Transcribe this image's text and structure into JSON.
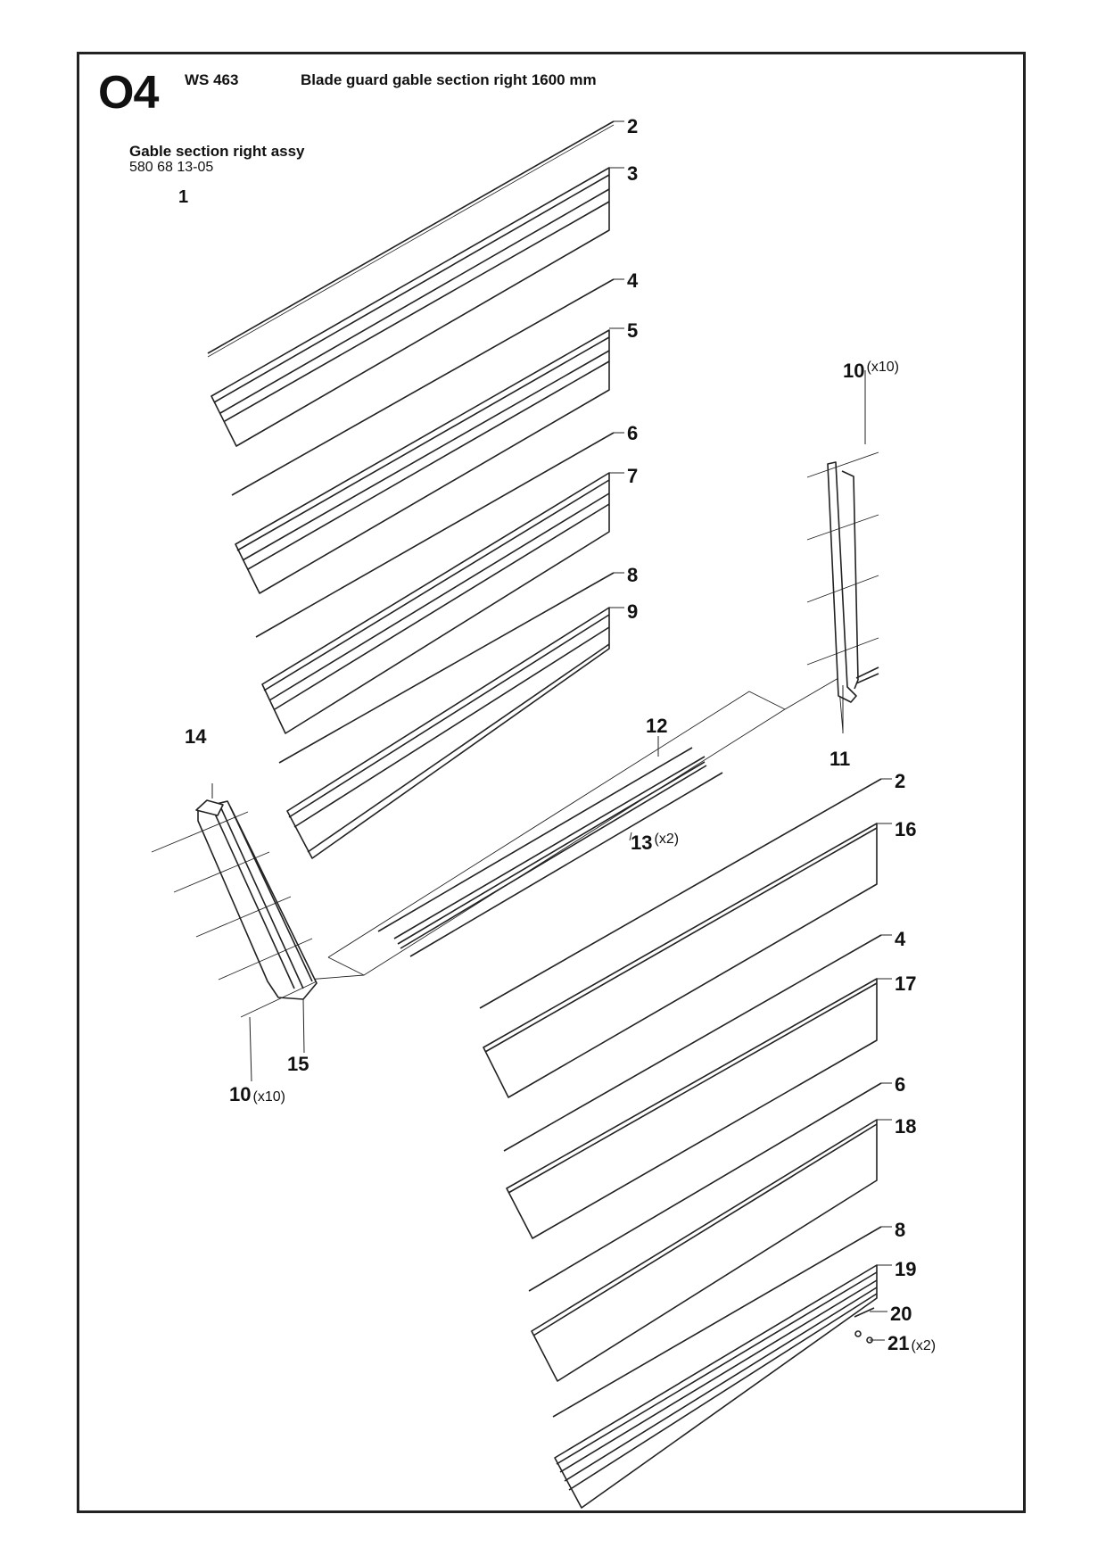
{
  "header": {
    "section_code": "O4",
    "model": "WS 463",
    "title": "Blade guard gable section right 1600 mm"
  },
  "assembly": {
    "name": "Gable section right assy",
    "part_number": "580 68 13-05",
    "ref": "1"
  },
  "callouts": [
    {
      "ref": "2",
      "qty": ""
    },
    {
      "ref": "3",
      "qty": ""
    },
    {
      "ref": "4",
      "qty": ""
    },
    {
      "ref": "5",
      "qty": ""
    },
    {
      "ref": "10",
      "qty": "(x10)"
    },
    {
      "ref": "6",
      "qty": ""
    },
    {
      "ref": "7",
      "qty": ""
    },
    {
      "ref": "8",
      "qty": ""
    },
    {
      "ref": "9",
      "qty": ""
    },
    {
      "ref": "14",
      "qty": ""
    },
    {
      "ref": "12",
      "qty": ""
    },
    {
      "ref": "11",
      "qty": ""
    },
    {
      "ref": "2",
      "qty": ""
    },
    {
      "ref": "13",
      "qty": "(x2)"
    },
    {
      "ref": "16",
      "qty": ""
    },
    {
      "ref": "4",
      "qty": ""
    },
    {
      "ref": "17",
      "qty": ""
    },
    {
      "ref": "15",
      "qty": ""
    },
    {
      "ref": "10",
      "qty": "(x10)"
    },
    {
      "ref": "6",
      "qty": ""
    },
    {
      "ref": "18",
      "qty": ""
    },
    {
      "ref": "8",
      "qty": ""
    },
    {
      "ref": "19",
      "qty": ""
    },
    {
      "ref": "20",
      "qty": ""
    },
    {
      "ref": "21",
      "qty": "(x2)"
    }
  ]
}
